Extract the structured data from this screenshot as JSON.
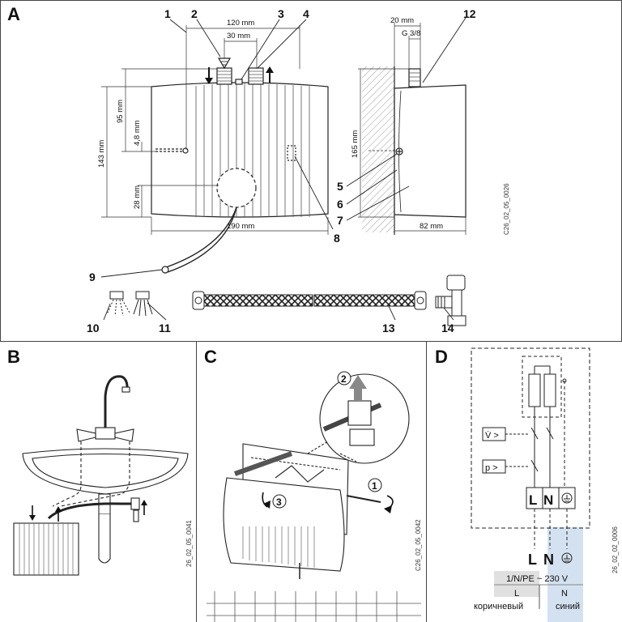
{
  "panels": {
    "a": "A",
    "b": "B",
    "c": "C",
    "d": "D"
  },
  "panel_a": {
    "dimensions": {
      "top_width": "120 mm",
      "pipe_spacing": "30 mm",
      "height_95": "95 mm",
      "height_143": "143 mm",
      "height_4_8": "4,8 mm",
      "height_28": "28 mm",
      "width_190": "190 mm",
      "wall_20": "20 mm",
      "thread": "G 3/8",
      "side_height": "165 mm",
      "depth_82": "82 mm"
    },
    "callouts": {
      "n1": "1",
      "n2": "2",
      "n3": "3",
      "n4": "4",
      "n5": "5",
      "n6": "6",
      "n7": "7",
      "n8": "8",
      "n9": "9",
      "n10": "10",
      "n11": "11",
      "n12": "12",
      "n13": "13",
      "n14": "14"
    },
    "drawing_code": "C26_02_05_0026"
  },
  "panel_b": {
    "drawing_code": "26_02_05_0041"
  },
  "panel_c": {
    "steps": {
      "s1": "1",
      "s2": "2",
      "s3": "3"
    },
    "drawing_code": "C26_02_05_0042"
  },
  "panel_d": {
    "flow_switch": "V̇ >",
    "pressure_switch": "p >",
    "terminal_l": "L",
    "terminal_n": "N",
    "supply_l": "L",
    "supply_n": "N",
    "supply_spec": "1/N/PE ~ 230 V",
    "wire_l_code": "L",
    "wire_n_code": "N",
    "wire_l_color": "коричневый",
    "wire_n_color": "синий",
    "drawing_code": "26_02_02_0006",
    "colors": {
      "earth_wire": "#c9d9ee",
      "brown_wire": "#d8d8d8"
    }
  }
}
